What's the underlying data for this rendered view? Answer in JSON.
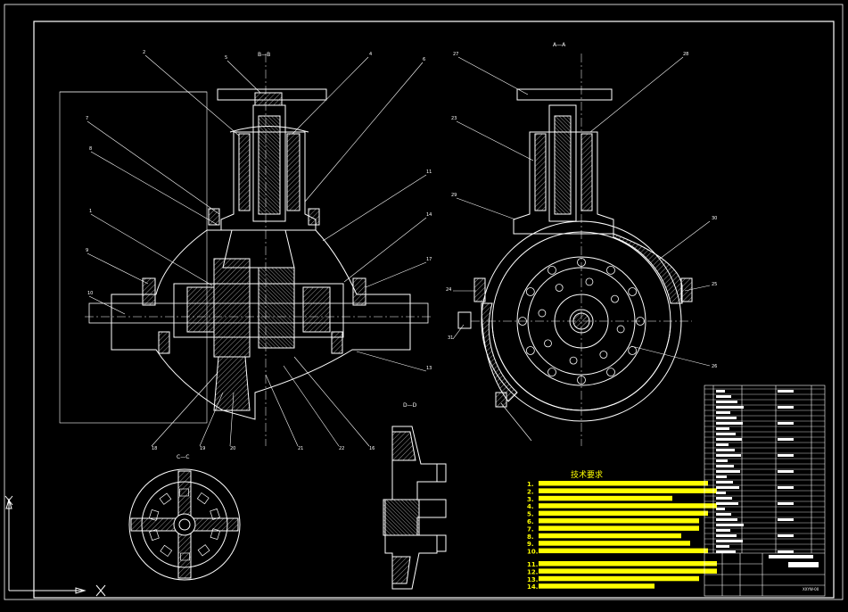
{
  "colors": {
    "background": "#000000",
    "line": "#ffffff",
    "hatch": "#ffffff",
    "highlight": "#ffff00",
    "axis_x": "#ffffff",
    "axis_y": "#ffffff"
  },
  "views": {
    "left_section": "B—B",
    "right_section": "A—A",
    "bottom_left": "C—C",
    "bottom_mid": "D—D"
  },
  "tech_requirements": {
    "title": "技术要求",
    "items": [
      {
        "n": "1."
      },
      {
        "n": "2."
      },
      {
        "n": "3."
      },
      {
        "n": "4."
      },
      {
        "n": "5."
      },
      {
        "n": "6."
      },
      {
        "n": "7."
      },
      {
        "n": "8."
      },
      {
        "n": "9."
      },
      {
        "n": "10."
      },
      {
        "n": "11."
      },
      {
        "n": "12."
      },
      {
        "n": "13."
      },
      {
        "n": "14."
      }
    ]
  },
  "title_block": {
    "drawing_no": "XXYW-00"
  },
  "balloons_left": [
    "2",
    "5",
    "4",
    "6",
    "7",
    "8",
    "1",
    "9",
    "10",
    "11",
    "14",
    "17",
    "13",
    "18",
    "19",
    "20",
    "21",
    "22",
    "16"
  ],
  "balloons_right": [
    "27",
    "28",
    "23",
    "29",
    "30",
    "25",
    "24",
    "31",
    "26"
  ]
}
